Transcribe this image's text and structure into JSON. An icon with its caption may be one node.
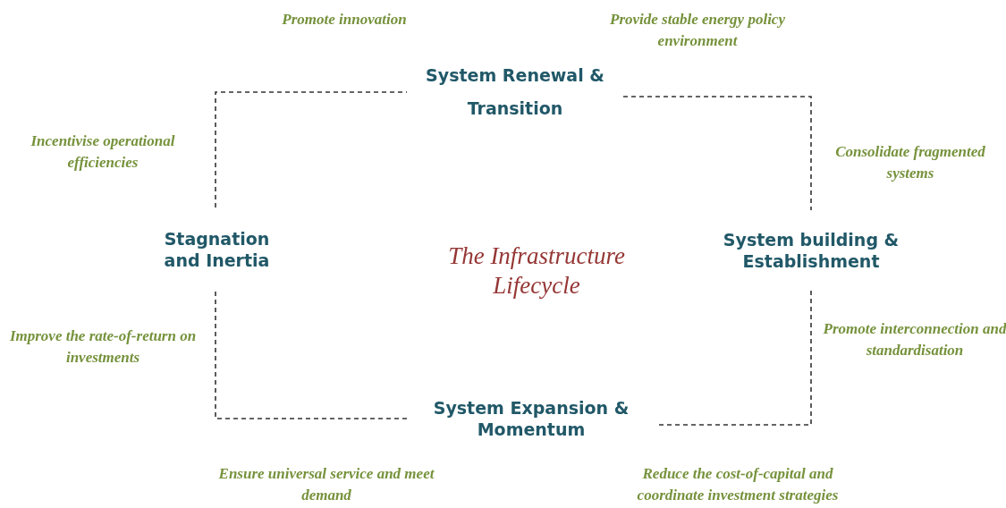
{
  "diagram": {
    "title": "The Infrastructure Lifecycle",
    "nodes": [
      {
        "text": [
          "System Renewal & Transition"
        ]
      },
      {
        "text": [
          "Stagnation and Inertia"
        ]
      },
      {
        "text": [
          "System building & Establishment"
        ]
      },
      {
        "text": [
          "System Expansion & Momentum"
        ]
      }
    ],
    "edges": [
      {
        "from": 0,
        "to": 2,
        "arrow": "none",
        "style": "dashed"
      },
      {
        "from": 2,
        "to": 3,
        "arrow": "none",
        "style": "dashed"
      },
      {
        "from": 3,
        "to": 1,
        "arrow": "none",
        "style": "dashed"
      },
      {
        "from": 1,
        "to": 0,
        "arrow": "none",
        "style": "dashed"
      }
    ],
    "labels": [
      "Promote innovation",
      "Provide stable energy policy environment",
      "Incentivise operational efficiencies",
      "Consolidate fragmented systems",
      "Improve the rate-of-return on investments",
      "Promote interconnection and standardisation",
      "Ensure universal service and meet demand",
      "Reduce the cost-of-capital and coordinate investment strategies"
    ]
  }
}
